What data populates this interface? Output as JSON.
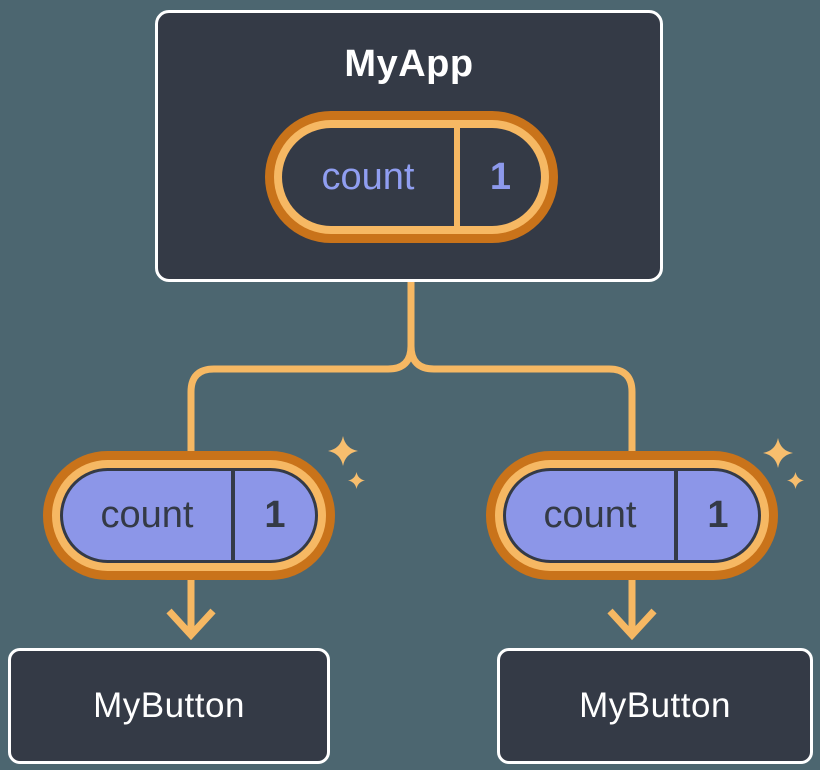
{
  "palette": {
    "background": "#4C6670",
    "node_fill": "#343A46",
    "node_border": "#FFFFFF",
    "node_text": "#FFFFFF",
    "pill_outer_ring": "#C9731A",
    "pill_inner_ring": "#F6B863",
    "connector_line": "#F6B863",
    "sparkle": "#F7BE6E",
    "pill_purple_fill": "#8C96E8",
    "state_text_on_dark": "#909EF1",
    "state_text_on_purple": "#343A46"
  },
  "icons": {
    "sparkle": "four-point-star"
  },
  "tree": {
    "root": {
      "title": "MyApp",
      "state": {
        "label": "count",
        "value": "1"
      }
    },
    "children": [
      {
        "state": {
          "label": "count",
          "value": "1"
        },
        "node": {
          "title": "MyButton"
        }
      },
      {
        "state": {
          "label": "count",
          "value": "1"
        },
        "node": {
          "title": "MyButton"
        }
      }
    ]
  }
}
